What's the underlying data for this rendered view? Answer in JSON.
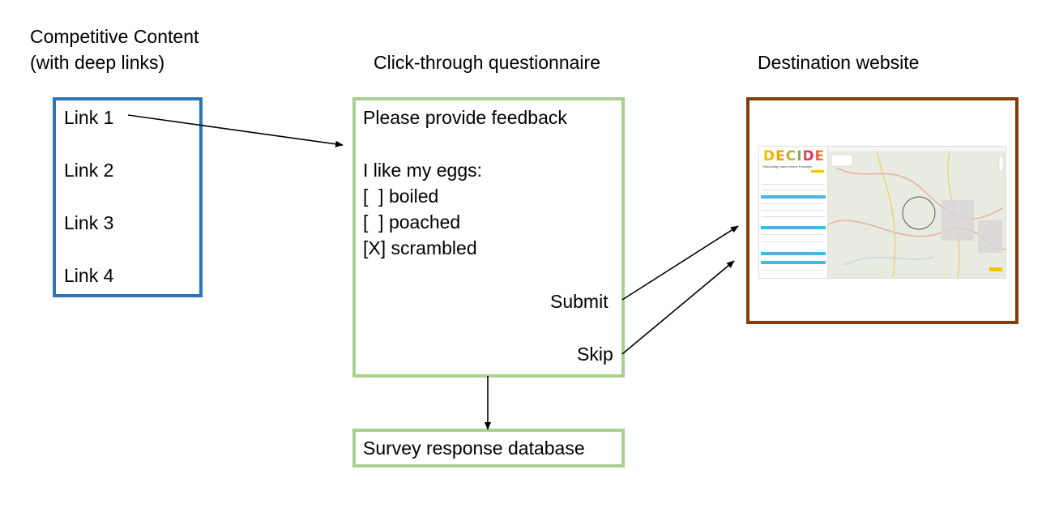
{
  "headings": {
    "source": "Competitive Content\n(with deep links)",
    "questionnaire": "Click-through questionnaire",
    "destination": "Destination website"
  },
  "links": [
    "Link 1",
    "Link 2",
    "Link 3",
    "Link 4"
  ],
  "questionnaire": {
    "title": "Please provide feedback",
    "question": "I like my eggs:",
    "options": [
      "[  ] boiled",
      "[  ] poached",
      "[X] scrambled"
    ],
    "submit": "Submit",
    "skip": "Skip"
  },
  "database": "Survey response database",
  "website_thumbnail": {
    "logo": "DECIDE",
    "tagline": "Recording nature where it matters"
  },
  "colors": {
    "links_box": "#2e75b6",
    "questionnaire_box": "#a9d18e",
    "website_box": "#843c0c",
    "sidebar_bar": "#4ab4e8"
  }
}
